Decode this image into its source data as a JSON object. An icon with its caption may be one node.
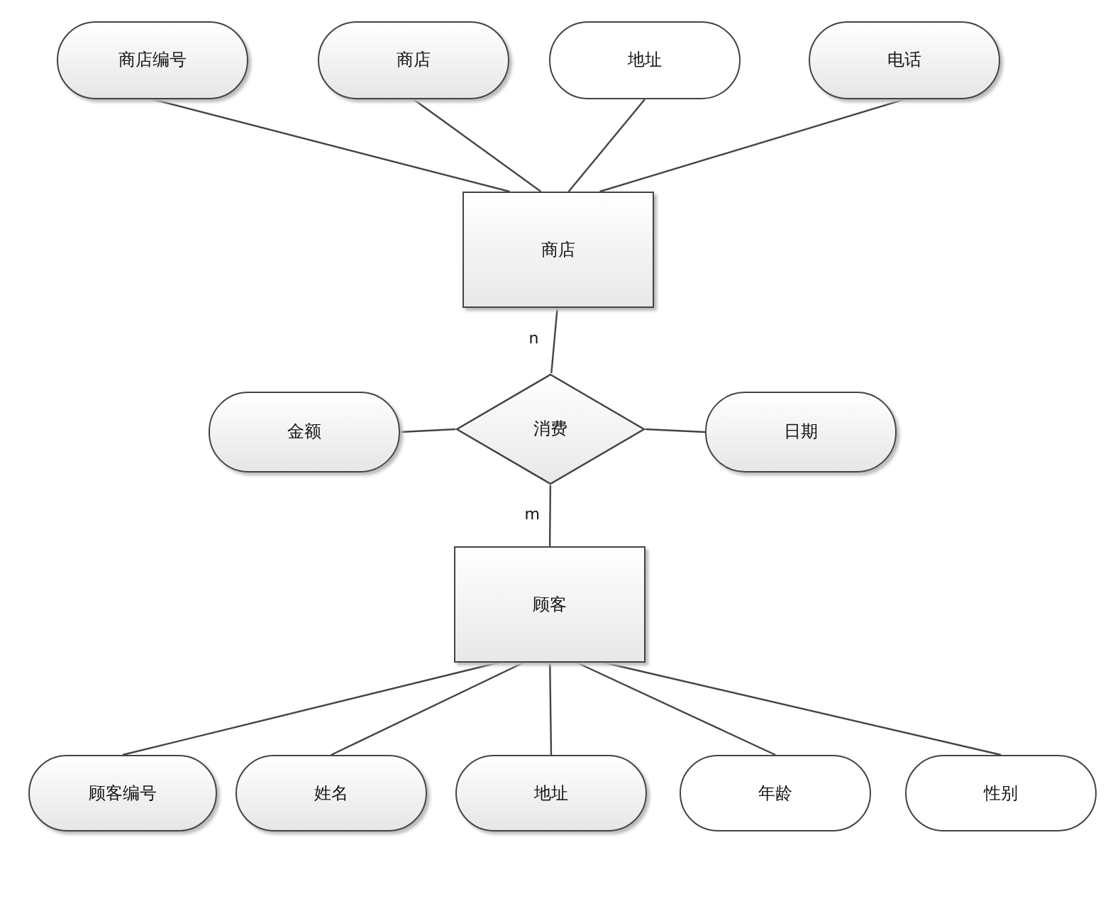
{
  "diagram": {
    "nodes": [
      {
        "text": [
          "商店编号"
        ]
      },
      {
        "text": [
          "商店"
        ]
      },
      {
        "text": [
          "地址"
        ]
      },
      {
        "text": [
          "电话"
        ]
      },
      {
        "text": [
          "商店"
        ]
      },
      {
        "text": [
          "金额"
        ]
      },
      {
        "text": [
          "消费"
        ]
      },
      {
        "text": [
          "日期"
        ]
      },
      {
        "text": [
          "顾客"
        ]
      },
      {
        "text": [
          "顾客编号"
        ]
      },
      {
        "text": [
          "姓名"
        ]
      },
      {
        "text": [
          "地址"
        ]
      },
      {
        "text": [
          "年龄"
        ]
      },
      {
        "text": [
          "性别"
        ]
      }
    ],
    "edges": [
      {
        "from": 0,
        "to": 4,
        "arrow": "none"
      },
      {
        "from": 1,
        "to": 4,
        "arrow": "none"
      },
      {
        "from": 2,
        "to": 4,
        "arrow": "none"
      },
      {
        "from": 3,
        "to": 4,
        "arrow": "none"
      },
      {
        "from": 4,
        "to": 6,
        "arrow": "none",
        "label": "n"
      },
      {
        "from": 5,
        "to": 6,
        "arrow": "none"
      },
      {
        "from": 6,
        "to": 7,
        "arrow": "none"
      },
      {
        "from": 6,
        "to": 8,
        "arrow": "none",
        "label": "m"
      },
      {
        "from": 8,
        "to": 9,
        "arrow": "none"
      },
      {
        "from": 8,
        "to": 10,
        "arrow": "none"
      },
      {
        "from": 8,
        "to": 11,
        "arrow": "none"
      },
      {
        "from": 8,
        "to": 12,
        "arrow": "none"
      },
      {
        "from": 8,
        "to": 13,
        "arrow": "none"
      }
    ]
  }
}
